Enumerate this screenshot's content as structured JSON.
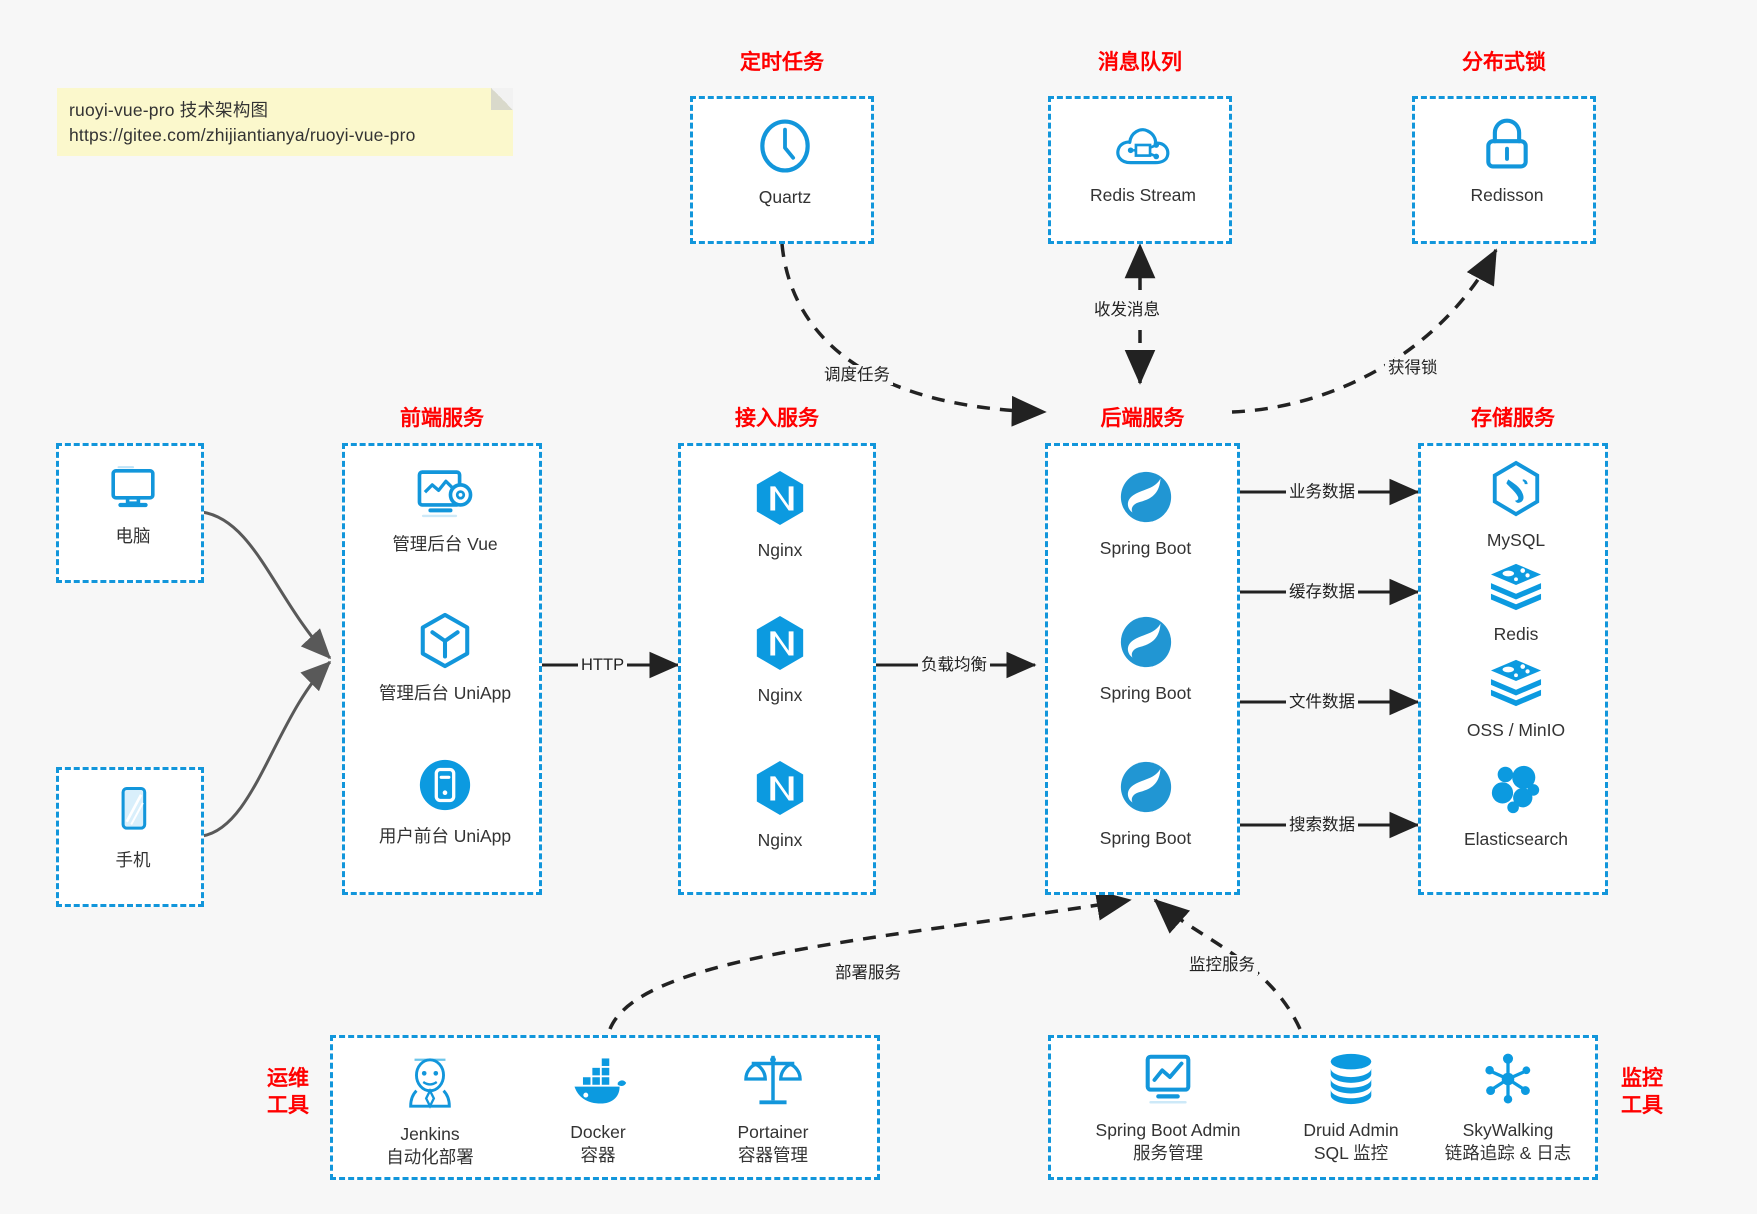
{
  "note": {
    "line1": "ruoyi-vue-pro 技术架构图",
    "line2": "https://gitee.com/zhijiantianya/ruoyi-vue-pro"
  },
  "colors": {
    "accent": "#1296db",
    "title": "#ff0000",
    "text": "#333333",
    "background": "#f7f7f7",
    "note_bg": "#fbf8cc",
    "arrow": "#222222",
    "client_arrow": "#595959"
  },
  "groups": {
    "scheduled_task": {
      "title": "定时任务"
    },
    "message_queue": {
      "title": "消息队列"
    },
    "distributed_lock": {
      "title": "分布式锁"
    },
    "frontend_service": {
      "title": "前端服务"
    },
    "access_service": {
      "title": "接入服务"
    },
    "backend_service": {
      "title": "后端服务"
    },
    "storage_service": {
      "title": "存储服务"
    },
    "ops_tools": {
      "title_line1": "运维",
      "title_line2": "工具"
    },
    "monitor_tools": {
      "title_line1": "监控",
      "title_line2": "工具"
    }
  },
  "nodes": {
    "quartz": {
      "label": "Quartz",
      "icon": "clock-icon"
    },
    "redis_stream": {
      "label": "Redis Stream",
      "icon": "cloud-queue-icon"
    },
    "redisson": {
      "label": "Redisson",
      "icon": "lock-icon"
    },
    "computer": {
      "label": "电脑",
      "icon": "desktop-icon"
    },
    "phone": {
      "label": "手机",
      "icon": "mobile-icon"
    },
    "admin_vue": {
      "label": "管理后台 Vue",
      "icon": "dashboard-gear-icon"
    },
    "admin_uniapp": {
      "label": "管理后台 UniApp",
      "icon": "cube-icon"
    },
    "user_uniapp": {
      "label": "用户前台 UniApp",
      "icon": "app-circle-icon"
    },
    "nginx1": {
      "label": "Nginx",
      "icon": "nginx-icon"
    },
    "nginx2": {
      "label": "Nginx",
      "icon": "nginx-icon"
    },
    "nginx3": {
      "label": "Nginx",
      "icon": "nginx-icon"
    },
    "springboot1": {
      "label": "Spring Boot",
      "icon": "spring-leaf-icon"
    },
    "springboot2": {
      "label": "Spring Boot",
      "icon": "spring-leaf-icon"
    },
    "springboot3": {
      "label": "Spring Boot",
      "icon": "spring-leaf-icon"
    },
    "mysql": {
      "label": "MySQL",
      "icon": "mysql-dolphin-icon"
    },
    "redis": {
      "label": "Redis",
      "icon": "redis-stack-icon"
    },
    "oss_minio": {
      "label": "OSS / MinIO",
      "icon": "redis-stack-icon"
    },
    "elasticsearch": {
      "label": "Elasticsearch",
      "icon": "elasticsearch-icon"
    },
    "jenkins": {
      "label": "Jenkins",
      "sub": "自动化部署",
      "icon": "jenkins-butler-icon"
    },
    "docker": {
      "label": "Docker",
      "sub": "容器",
      "icon": "docker-whale-icon"
    },
    "portainer": {
      "label": "Portainer",
      "sub": "容器管理",
      "icon": "scales-icon"
    },
    "spring_boot_admin": {
      "label": "Spring Boot Admin",
      "sub": "服务管理",
      "icon": "monitor-chart-icon"
    },
    "druid_admin": {
      "label": "Druid Admin",
      "sub": "SQL 监控",
      "icon": "database-icon"
    },
    "skywalking": {
      "label": "SkyWalking",
      "sub": "链路追踪 & 日志",
      "icon": "skywalking-node-icon"
    }
  },
  "edges": {
    "schedule_task": "调度任务",
    "send_receive_message": "收发消息",
    "acquire_lock": "获得锁",
    "http": "HTTP",
    "load_balance": "负载均衡",
    "business_data": "业务数据",
    "cache_data": "缓存数据",
    "file_data": "文件数据",
    "search_data": "搜索数据",
    "deploy_service": "部署服务",
    "monitor_service": "监控服务"
  }
}
